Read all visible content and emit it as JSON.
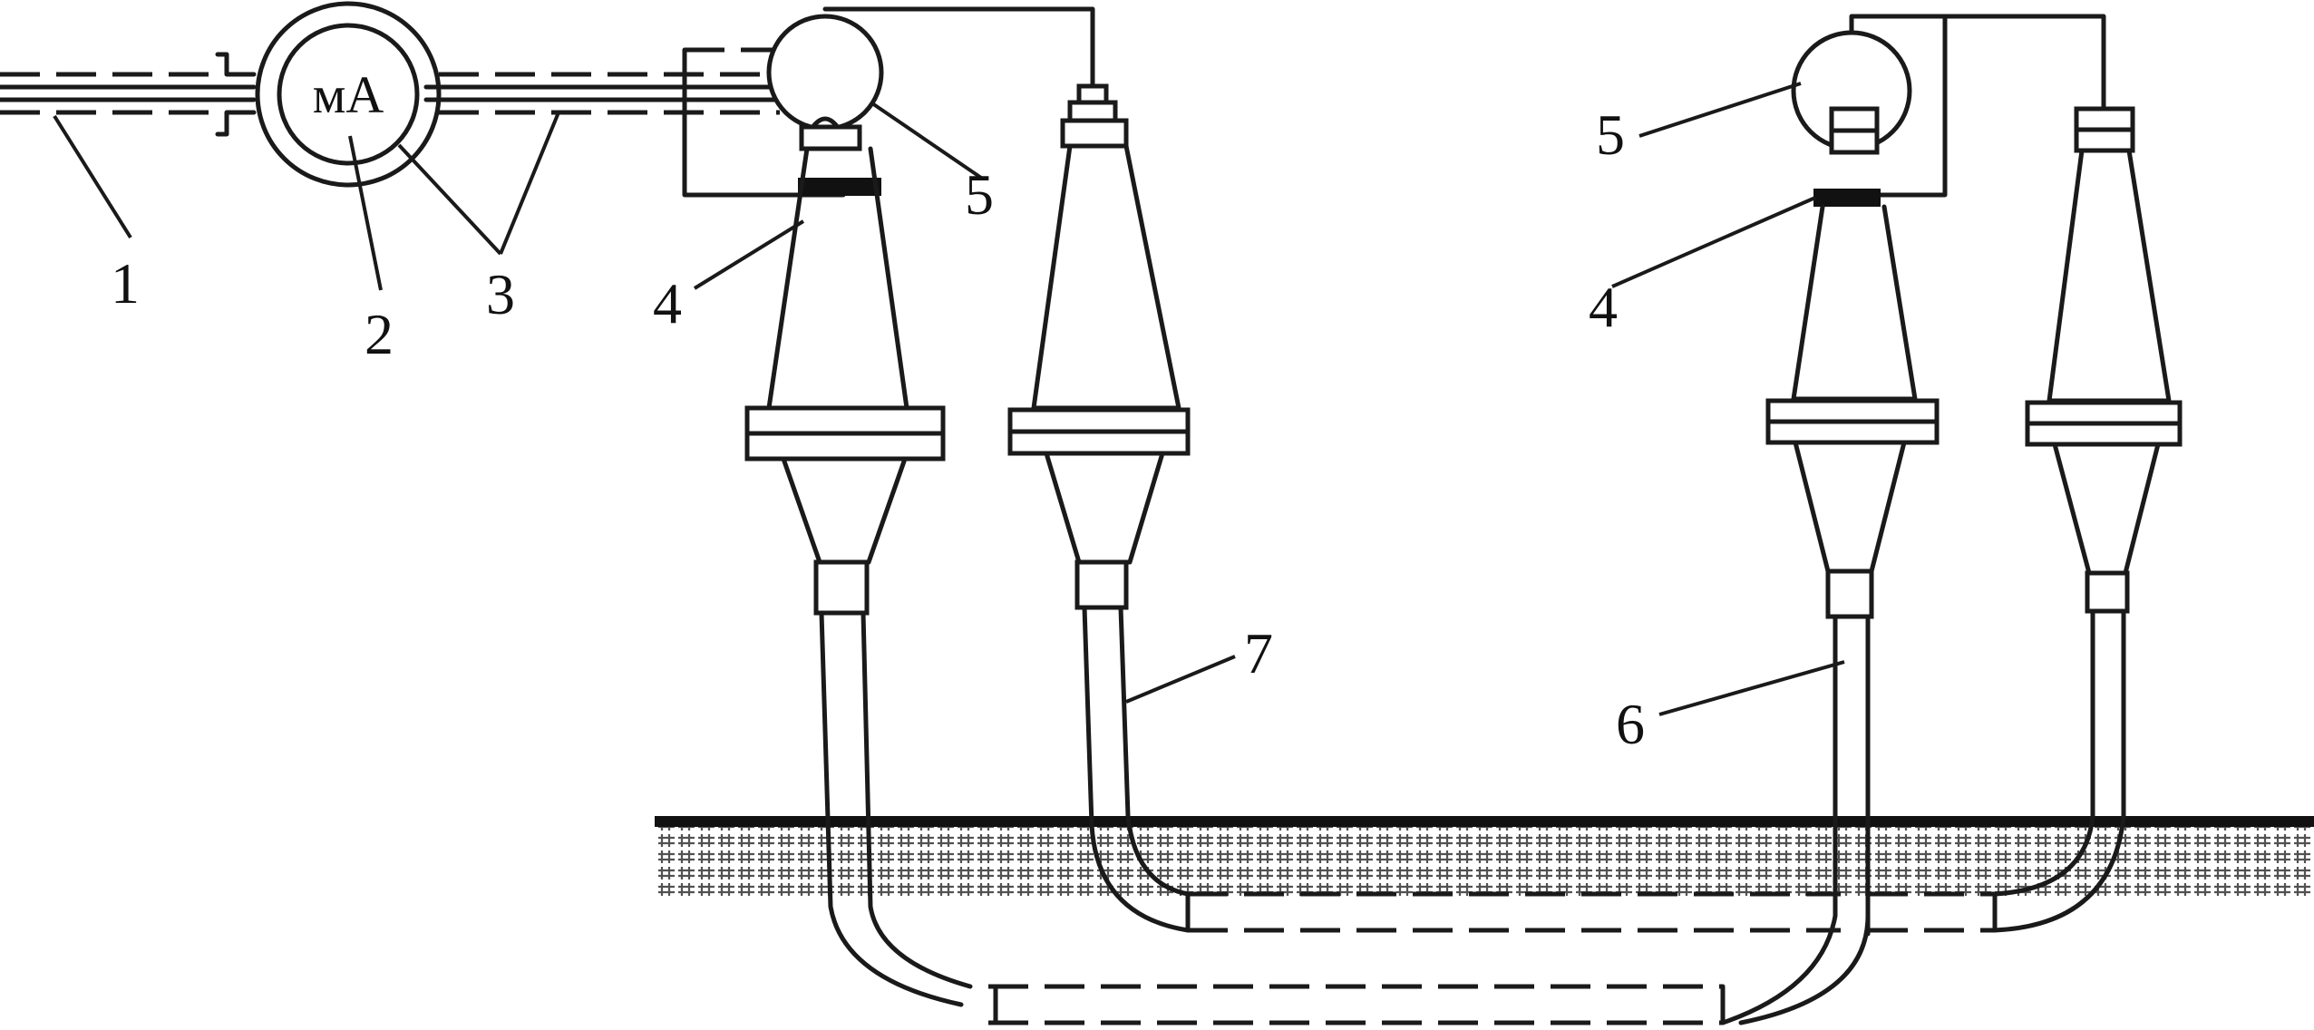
{
  "meter": {
    "label": "мА"
  },
  "labels": {
    "l1": "1",
    "l2": "2",
    "l3": "3",
    "l4a": "4",
    "l4b": "4",
    "l5a": "5",
    "l5b": "5",
    "l6": "6",
    "l7": "7"
  }
}
